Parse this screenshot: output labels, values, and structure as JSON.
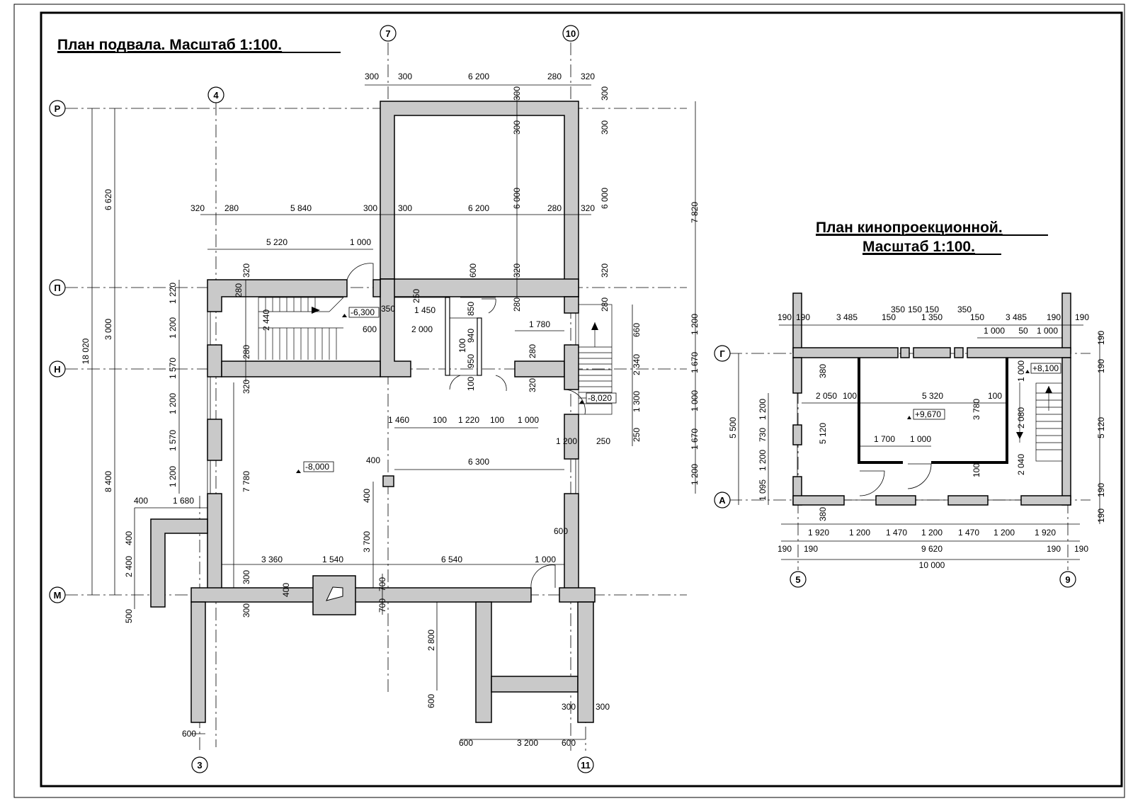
{
  "sheet": {
    "basement_title": "План подвала.  Масштаб 1:100.",
    "projection_title_line1": "План кинопроекционной.",
    "projection_title_line2": "Масштаб 1:100."
  },
  "basement_axes": {
    "top": [
      "7",
      "10"
    ],
    "left": [
      "Р",
      "П",
      "Н",
      "М"
    ],
    "upper": [
      "4"
    ],
    "bottom": [
      "3",
      "11"
    ]
  },
  "basement_dims": {
    "top_row": [
      "300",
      "300",
      "6 200",
      "280",
      "320"
    ],
    "mid_row": [
      "320",
      "280",
      "5 840",
      "300",
      "300",
      "6 200",
      "280",
      "320"
    ],
    "stair_row": [
      "5 220",
      "1 000"
    ],
    "right_col_top": [
      "300",
      "300",
      "6 000",
      "320",
      "280"
    ],
    "inner_vert": [
      "300",
      "300",
      "6 000",
      "320",
      "280",
      "600"
    ],
    "left_overall": [
      "6 620",
      "3 000",
      "8 400"
    ],
    "left_total": "18 020",
    "left_openings": [
      "1 220",
      "1 200",
      "1 570",
      "1 200",
      "1 570",
      "1 200"
    ],
    "right_overall": "7 820",
    "right_openings": [
      "1 200",
      "1 670",
      "1 000",
      "1 670",
      "1 200"
    ],
    "right_stair": [
      "660",
      "2 340",
      "1 300",
      "250"
    ],
    "stair_inner": [
      "320",
      "280",
      "2 440",
      "280",
      "320",
      "7 780"
    ],
    "core": [
      "250",
      "350",
      "1 450",
      "850",
      "600",
      "2 000",
      "940",
      "100",
      "950",
      "100",
      "1 780",
      "280",
      "320"
    ],
    "row_1460": [
      "1 460",
      "100",
      "1 220",
      "100",
      "1 000"
    ],
    "misc": [
      "1 200",
      "250",
      "400",
      "6 300",
      "400",
      "3 700",
      "600",
      "1 000",
      "3 360",
      "1 540",
      "6 540",
      "700",
      "700",
      "400",
      "300",
      "300"
    ],
    "lower_left": [
      "400",
      "1 680",
      "400",
      "2 400",
      "500",
      "600"
    ],
    "lower_right": [
      "2 800",
      "600",
      "300",
      "300",
      "600",
      "3 200",
      "600"
    ]
  },
  "basement_levels": [
    "-6,300",
    "-8,020",
    "-8,000"
  ],
  "projection_axes": {
    "left": [
      "Г",
      "А"
    ],
    "bottom": [
      "5",
      "9"
    ]
  },
  "projection_dims": {
    "top_row": [
      "190",
      "190",
      "3 485",
      "150",
      "350",
      "150",
      "150",
      "1 350",
      "350",
      "150",
      "3 485",
      "190",
      "190"
    ],
    "top_row2": [
      "1 000",
      "50",
      "1 000"
    ],
    "inner": [
      "2 050",
      "100",
      "5 320",
      "100",
      "3 780",
      "2 080",
      "2 040",
      "100",
      "1 700",
      "1 000",
      "1 000",
      "380",
      "5 120",
      "380"
    ],
    "left": [
      "5 500",
      "1 200",
      "730",
      "1 200",
      "1 095"
    ],
    "right": [
      "190",
      "190",
      "5 120",
      "190",
      "190"
    ],
    "bottom_row1": [
      "1 920",
      "1 200",
      "1 470",
      "1 200",
      "1 470",
      "1 200",
      "1 920"
    ],
    "bottom_row2": [
      "190",
      "190",
      "9 620",
      "190",
      "190"
    ],
    "bottom_total": "10 000"
  },
  "projection_levels": [
    "+8,100",
    "+9,670"
  ]
}
